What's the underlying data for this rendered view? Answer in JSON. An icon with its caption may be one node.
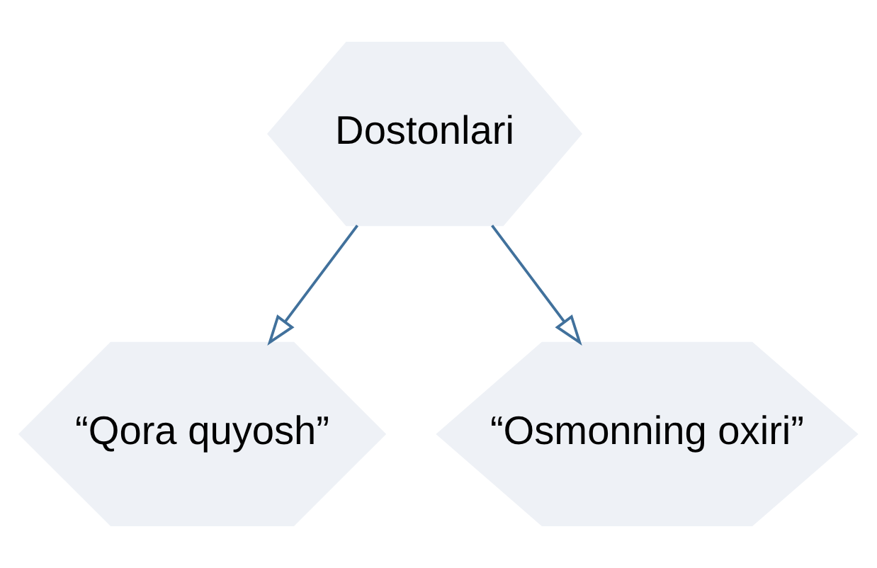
{
  "diagram": {
    "nodes": [
      {
        "text": [
          "Dostonlari"
        ]
      },
      {
        "text": [
          "“Qora quyosh”"
        ]
      },
      {
        "text": [
          "“Osmonning oxiri”"
        ]
      }
    ],
    "edges": [
      {
        "from": 0,
        "to": 1,
        "arrow": "to"
      },
      {
        "from": 0,
        "to": 2,
        "arrow": "to"
      }
    ]
  }
}
